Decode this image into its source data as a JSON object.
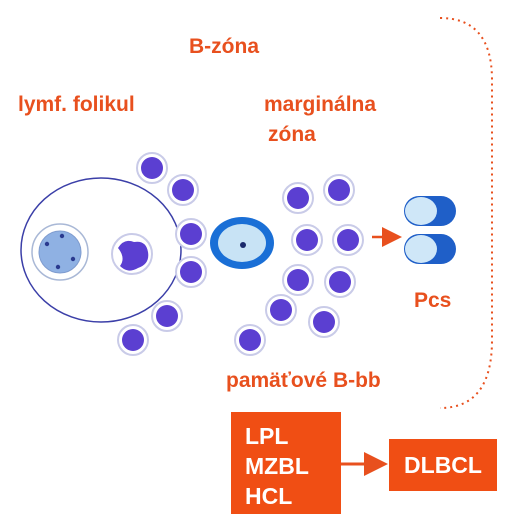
{
  "labels": {
    "b_zone": "B-zóna",
    "follicle": "lymf. folikul",
    "marginal_line1": "marginálna",
    "marginal_line2": "zóna",
    "plasma_cells": "Pcs",
    "memory": "pamäťové B-bb"
  },
  "left_box": {
    "lines": [
      "LPL",
      "MZBL",
      "HCL"
    ]
  },
  "right_box": {
    "text": "DLBCL"
  },
  "colors": {
    "label": "#e8501e",
    "box_fill": "#f04e14",
    "box_text": "#ffffff",
    "cell_fill": "#5b3fd1",
    "cell_ring": "#c9cbe8",
    "follicle_outline": "#3b3fa8",
    "blast_ring": "#1a6fd6",
    "blast_fill": "#c8e3f5",
    "plasma_dark": "#1f5fc8",
    "plasma_light": "#cfe7f8",
    "arrow": "#e8501e",
    "bracket": "#e8501e"
  }
}
